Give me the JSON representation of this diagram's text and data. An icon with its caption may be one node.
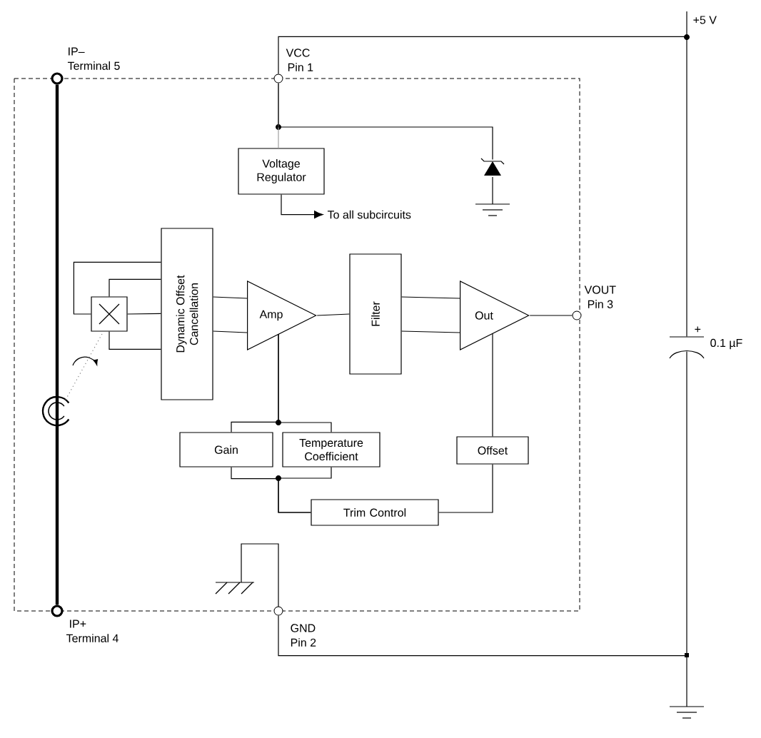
{
  "diagram": {
    "nodes": [
      {
        "text": [],
        "shape": "circle",
        "beside": [
          "IP–",
          "Terminal 5"
        ]
      },
      {
        "text": [],
        "shape": "circle",
        "beside": [
          "VCC",
          "Pin 1"
        ]
      },
      {
        "text": [
          "Voltage Regulator"
        ]
      },
      {
        "text": [],
        "shape": "diode"
      },
      {
        "text": [],
        "shape": "box"
      },
      {
        "text": [
          "Dynamic Offset Cancellation"
        ]
      },
      {
        "text": [
          "Amp"
        ]
      },
      {
        "text": [
          "Filter"
        ]
      },
      {
        "text": [
          "Out"
        ]
      },
      {
        "text": [],
        "shape": "circle",
        "beside": [
          "VOUT",
          "Pin 3"
        ]
      },
      {
        "text": [
          "Gain"
        ]
      },
      {
        "text": [
          "Temperature Coefficient"
        ]
      },
      {
        "text": [
          "Offset"
        ]
      },
      {
        "text": [
          "Trim Control"
        ]
      },
      {
        "text": [],
        "shape": "circle",
        "beside": [
          "IP+",
          "Terminal 4"
        ]
      },
      {
        "text": [],
        "shape": "circle",
        "beside": [
          "GND",
          "Pin 2"
        ]
      },
      {
        "text": [],
        "shape": "capacitor",
        "beside": [
          "+",
          "0.1 µF"
        ]
      }
    ],
    "edges": [
      {
        "from": 0,
        "to": 14,
        "arrow": "none",
        "style": "thick"
      },
      {
        "from": 1,
        "to": 2,
        "arrow": "none",
        "color": "#a0a0a0"
      },
      {
        "from": 1,
        "to": 3,
        "arrow": "none"
      },
      {
        "from": 2,
        "to": null,
        "arrow": "to",
        "label": "To all subcircuits"
      },
      {
        "from": 4,
        "to": 5,
        "arrow": "none"
      },
      {
        "from": 4,
        "to": 5,
        "arrow": "none"
      },
      {
        "from": 4,
        "to": 5,
        "arrow": "none"
      },
      {
        "from": 4,
        "to": 5,
        "arrow": "none"
      },
      {
        "from": 5,
        "to": 6,
        "arrow": "none"
      },
      {
        "from": 5,
        "to": 6,
        "arrow": "none"
      },
      {
        "from": 6,
        "to": 7,
        "arrow": "none"
      },
      {
        "from": 7,
        "to": 8,
        "arrow": "none"
      },
      {
        "from": 7,
        "to": 8,
        "arrow": "none"
      },
      {
        "from": 8,
        "to": 9,
        "arrow": "none"
      },
      {
        "from": 6,
        "to": 10,
        "arrow": "none"
      },
      {
        "from": 6,
        "to": 11,
        "arrow": "none"
      },
      {
        "from": 13,
        "to": 10,
        "arrow": "none"
      },
      {
        "from": 13,
        "to": 11,
        "arrow": "none"
      },
      {
        "from": 13,
        "to": 12,
        "arrow": "none"
      },
      {
        "from": 12,
        "to": 8,
        "arrow": "none"
      },
      {
        "from": 1,
        "to": 16,
        "arrow": "none"
      },
      {
        "from": 15,
        "to": 16,
        "arrow": "none"
      }
    ],
    "labels": [
      "+5 V"
    ]
  }
}
